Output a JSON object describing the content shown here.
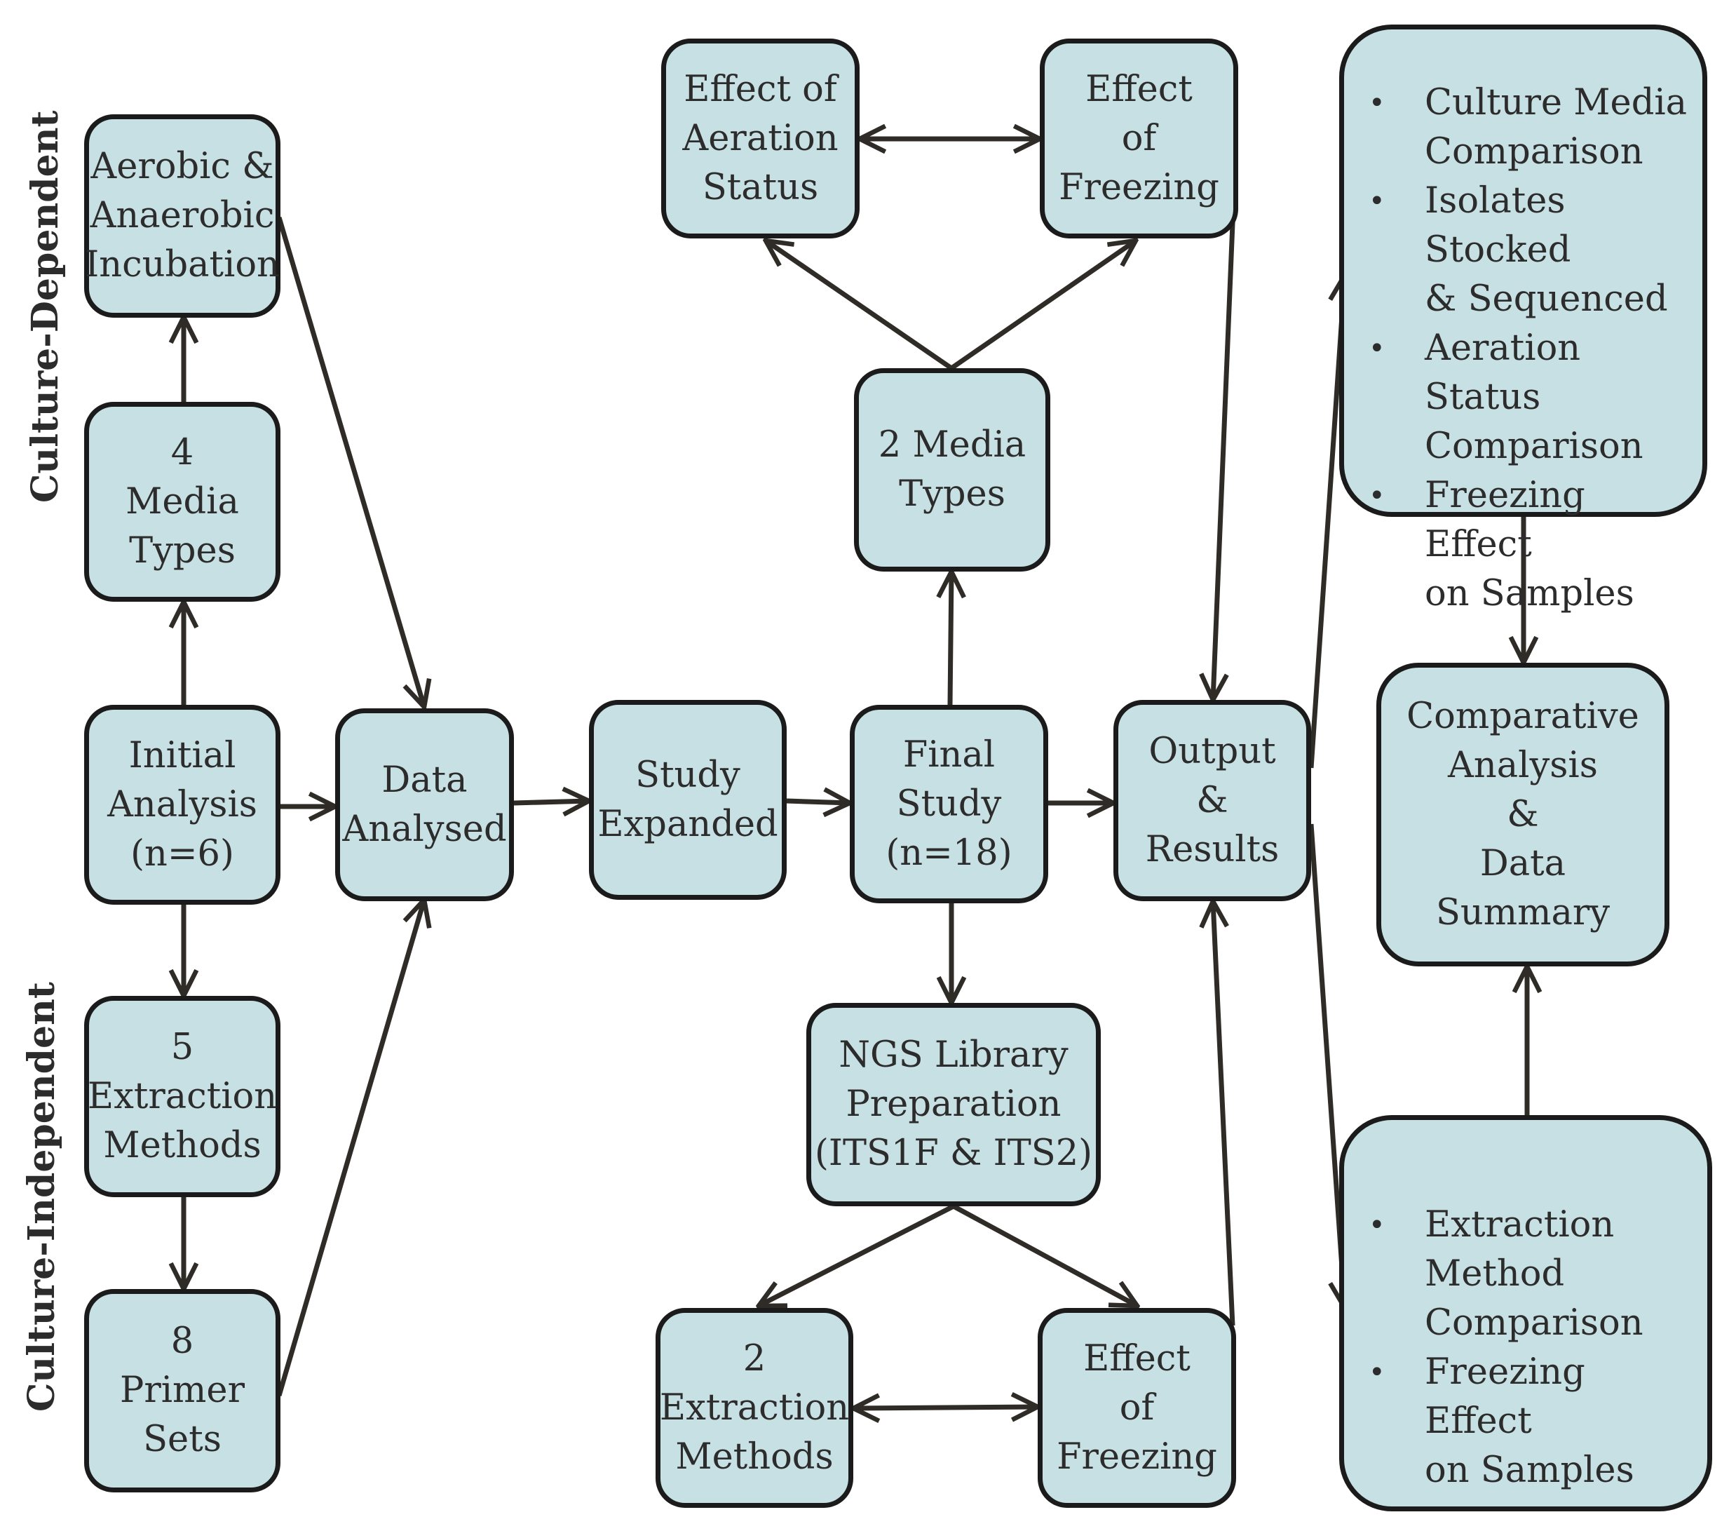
{
  "side_labels": {
    "culture_dependent": "Culture-Dependent",
    "culture_independent": "Culture-Independent"
  },
  "boxes": {
    "aerobic": "Aerobic &\nAnaerobic\nIncubation",
    "media4": "4\nMedia\nTypes",
    "initial": "Initial\nAnalysis\n(n=6)",
    "extraction5": "5\nExtraction\nMethods",
    "primer8": "8\nPrimer\nSets",
    "data_analysed": "Data\nAnalysed",
    "study_expanded": "Study\nExpanded",
    "final_study": "Final\nStudy\n(n=18)",
    "media2": "2 Media\nTypes",
    "aeration_effect": "Effect of\nAeration\nStatus",
    "freezing_top": "Effect\nof\nFreezing",
    "ngs": "NGS Library\nPreparation\n(ITS1F & ITS2)",
    "extraction2": "2\nExtraction\nMethods",
    "freezing_bottom": "Effect\nof\nFreezing",
    "output": "Output\n&\nResults",
    "comparative": "Comparative\nAnalysis\n&\nData\nSummary"
  },
  "results_top": [
    "Culture Media\nComparison",
    "Isolates Stocked\n& Sequenced",
    "Aeration Status\nComparison",
    "Freezing Effect\non Samples"
  ],
  "results_bottom": [
    "Extraction\nMethod\nComparison",
    "Freezing Effect\non Samples"
  ],
  "colors": {
    "box_fill": "#c7e0e3",
    "border": "#1b1b1b",
    "arrow": "#2f2b26",
    "text": "#2c2c2c"
  }
}
